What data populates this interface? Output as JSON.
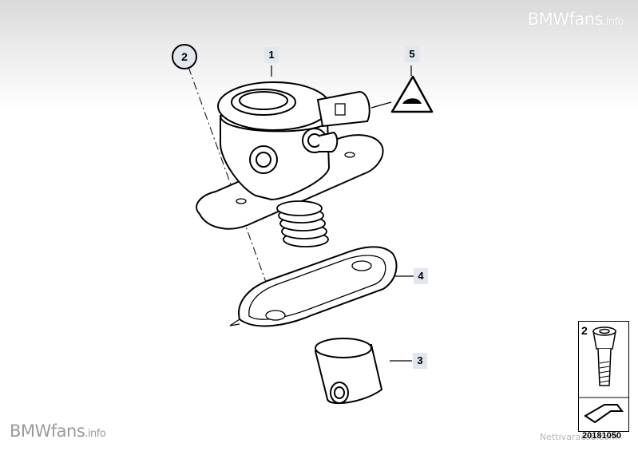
{
  "watermark": {
    "top_brand": "BMWfans",
    "top_suffix": ".info",
    "bottom_brand": "BMWfans",
    "bottom_suffix": ".info",
    "secondary": "Nettivaraosa.com"
  },
  "callouts": {
    "c1": "1",
    "c2": "2",
    "c3": "3",
    "c4": "4",
    "c5": "5"
  },
  "inset": {
    "number": "2",
    "reference": "20181050"
  },
  "colors": {
    "callout_bg": "#e2e6ee",
    "line": "#000000",
    "watermark": "#ffffff"
  }
}
